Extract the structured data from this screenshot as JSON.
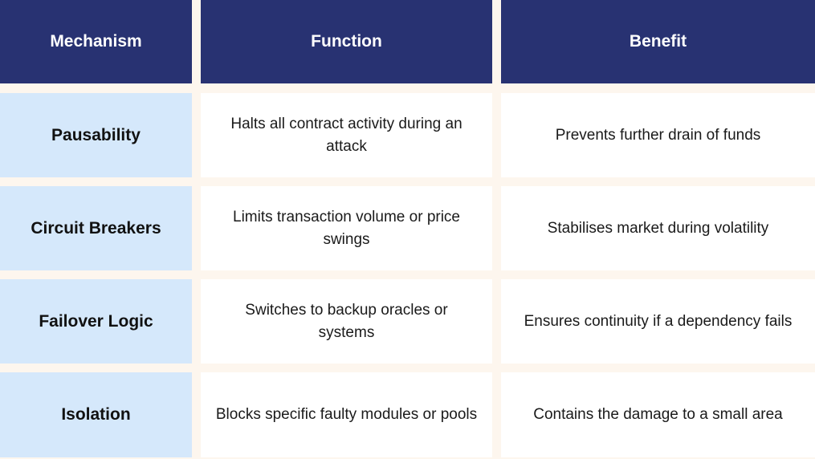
{
  "header": {
    "mechanism": "Mechanism",
    "function": "Function",
    "benefit": "Benefit"
  },
  "rows": [
    {
      "mechanism": "Pausability",
      "function": "Halts all contract activity during an attack",
      "benefit": "Prevents further drain of funds"
    },
    {
      "mechanism": "Circuit Breakers",
      "function": "Limits transaction volume or price swings",
      "benefit": "Stabilises market during volatility"
    },
    {
      "mechanism": "Failover Logic",
      "function": "Switches to backup oracles or systems",
      "benefit": "Ensures continuity if a dependency fails"
    },
    {
      "mechanism": "Isolation",
      "function": "Blocks specific faulty modules or pools",
      "benefit": "Contains the damage to a small area"
    }
  ],
  "colors": {
    "header_bg": "#283272",
    "mechanism_bg": "#d5e8fb",
    "cell_bg": "#ffffff",
    "gap_bg": "#fdf6ee"
  }
}
